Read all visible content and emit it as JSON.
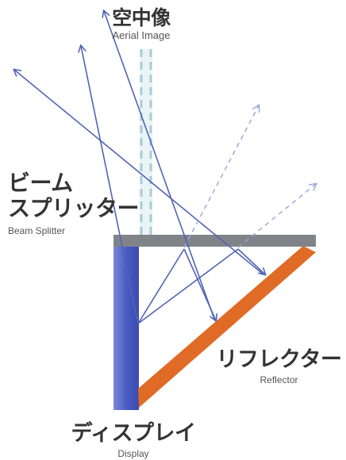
{
  "labels": {
    "aerial_image": {
      "jp": "空中像",
      "en": "Aerial Image"
    },
    "beam_splitter": {
      "jp_line1": "ビーム",
      "jp_line2": "スプリッター",
      "en": "Beam Splitter"
    },
    "reflector": {
      "jp": "リフレクター",
      "en": "Reflector"
    },
    "display": {
      "jp": "ディスプレイ",
      "en": "Display"
    }
  },
  "colors": {
    "ray": "#5264b4",
    "ray_dashed": "#97a4da",
    "display": "#4a5cc2",
    "display_edge": "#7b89d9",
    "splitter": "#808488",
    "reflector": "#e06b26",
    "aerial_image": "#a9ccd6"
  }
}
